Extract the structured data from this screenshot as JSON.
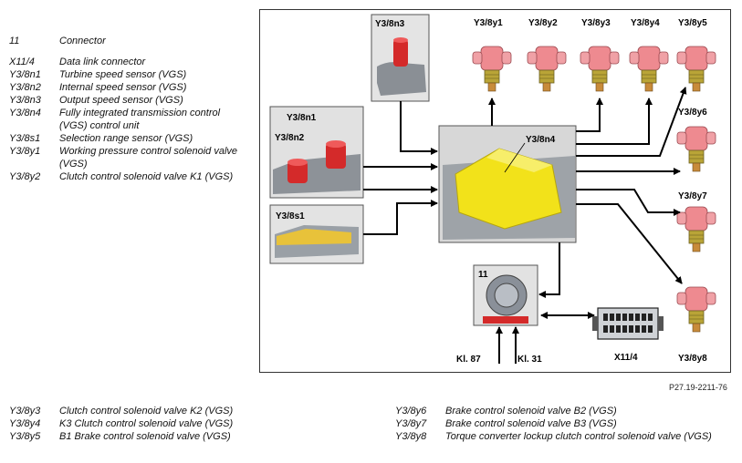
{
  "legend_top": [
    {
      "code": "11",
      "desc": "Connector"
    },
    {
      "code": "X11/4",
      "desc": "Data link connector"
    },
    {
      "code": "Y3/8n1",
      "desc": "Turbine speed sensor (VGS)"
    },
    {
      "code": "Y3/8n2",
      "desc": "Internal speed sensor (VGS)"
    },
    {
      "code": "Y3/8n3",
      "desc": "Output speed sensor (VGS)"
    },
    {
      "code": "Y3/8n4",
      "desc": "Fully integrated transmission control (VGS) control unit"
    },
    {
      "code": "Y3/8s1",
      "desc": "Selection range sensor (VGS)"
    },
    {
      "code": "Y3/8y1",
      "desc": "Working pressure control solenoid valve (VGS)"
    },
    {
      "code": "Y3/8y2",
      "desc": "Clutch control solenoid valve K1 (VGS)"
    }
  ],
  "legend_bottom_left": [
    {
      "code": "Y3/8y3",
      "desc": "Clutch control solenoid valve K2 (VGS)"
    },
    {
      "code": "Y3/8y4",
      "desc": "K3 Clutch control solenoid valve (VGS)"
    },
    {
      "code": "Y3/8y5",
      "desc": "B1 Brake control solenoid valve (VGS)"
    }
  ],
  "legend_bottom_right": [
    {
      "code": "Y3/8y6",
      "desc": "Brake control solenoid valve B2 (VGS)"
    },
    {
      "code": "Y3/8y7",
      "desc": "Brake control solenoid valve B3 (VGS)"
    },
    {
      "code": "Y3/8y8",
      "desc": "Torque converter lockup clutch control solenoid valve (VGS)"
    }
  ],
  "diagram": {
    "labels": {
      "n3": "Y3/8n3",
      "n1": "Y3/8n1",
      "n2": "Y3/8n2",
      "s1": "Y3/8s1",
      "n4": "Y3/8n4",
      "connector": "11",
      "kl87": "Kl. 87",
      "kl31": "Kl. 31",
      "x114": "X11/4",
      "y1": "Y3/8y1",
      "y2": "Y3/8y2",
      "y3": "Y3/8y3",
      "y4": "Y3/8y4",
      "y5": "Y3/8y5",
      "y6": "Y3/8y6",
      "y7": "Y3/8y7",
      "y8": "Y3/8y8"
    },
    "colors": {
      "sensor_red": "#d42a2a",
      "control_unit_yellow": "#f2e21a",
      "valve_pink": "#ee8a90",
      "valve_olive": "#b9a437"
    }
  },
  "reference": "P27.19-2211-76"
}
